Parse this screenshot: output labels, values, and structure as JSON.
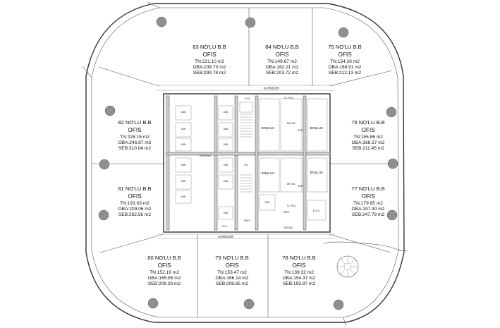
{
  "units": [
    {
      "id": "83",
      "name": "83 NO'LU B.B",
      "type": "OFIS",
      "tn": "TN:221.10 m2",
      "oba": "OBA:238.70 m2",
      "seb": "SEB:299.78 m2"
    },
    {
      "id": "84",
      "name": "84 NO'LU B.B",
      "type": "OFIS",
      "tn": "TN:149.67 m2",
      "oba": "OBA:162.21 m2",
      "seb": "SEB:203.72 m2"
    },
    {
      "id": "75",
      "name": "75 NO'LU B.B",
      "type": "OFIS",
      "tn": "TN:154.26 m2",
      "oba": "OBA:168.91 m2",
      "seb": "SEB:212.13 m2"
    },
    {
      "id": "82",
      "name": "82 NO'LU B.B",
      "type": "OFIS",
      "tn": "TN:228.15 m2",
      "oba": "OBA:246.87 m2",
      "seb": "SEB:310.04 m2"
    },
    {
      "id": "76",
      "name": "76 NO'LU B.B",
      "type": "OFIS",
      "tn": "TN:155.86 m2",
      "oba": "OBA:168.37 m2",
      "seb": "SEB:211.45 m2"
    },
    {
      "id": "81",
      "name": "81 NO'LU B.B",
      "type": "OFIS",
      "tn": "TN:193.63 m2",
      "oba": "OBA:209.06 m2",
      "seb": "SEB:262.56 m2"
    },
    {
      "id": "77",
      "name": "77 NO'LU B.B",
      "type": "OFIS",
      "tn": "TN:179.85 m2",
      "oba": "OBA:197.30 m2",
      "seb": "SEB:247.79 m2"
    },
    {
      "id": "80",
      "name": "80 NO'LU B.B",
      "type": "OFIS",
      "tn": "TN:152.19 m2",
      "oba": "OBA:165.85 m2",
      "seb": "SEB:208.29 m2"
    },
    {
      "id": "79",
      "name": "79 NO'LU B.B",
      "type": "OFIS",
      "tn": "TN:153.47 m2",
      "oba": "OBA:166.14 m2",
      "seb": "SEB:208.65 m2"
    },
    {
      "id": "78",
      "name": "78 NO'LU B.B",
      "type": "OFIS",
      "tn": "TN:139.32 m2",
      "oba": "OBA:154.37 m2",
      "seb": "SEB:193.87 m2"
    }
  ],
  "core_labels": {
    "corridor_top": "KORIDOR",
    "corridor_bottom": "KORIDOR",
    "kat_holu": "KAT HOLÜ",
    "asansor": "ASN",
    "bay_wc": "BAY WC",
    "bn_wc": "BN. WC",
    "bosluk": "BOŞLUK",
    "kor": "KOR.",
    "tm": "T.M.",
    "tek": "TEKN.",
    "eko": "ELK.O.",
    "ygd": "Y.G.D.",
    "srv": "SRV.Y.",
    "eng_wc": "ENG.WC",
    "tc_hol": "T.C. HOL"
  }
}
